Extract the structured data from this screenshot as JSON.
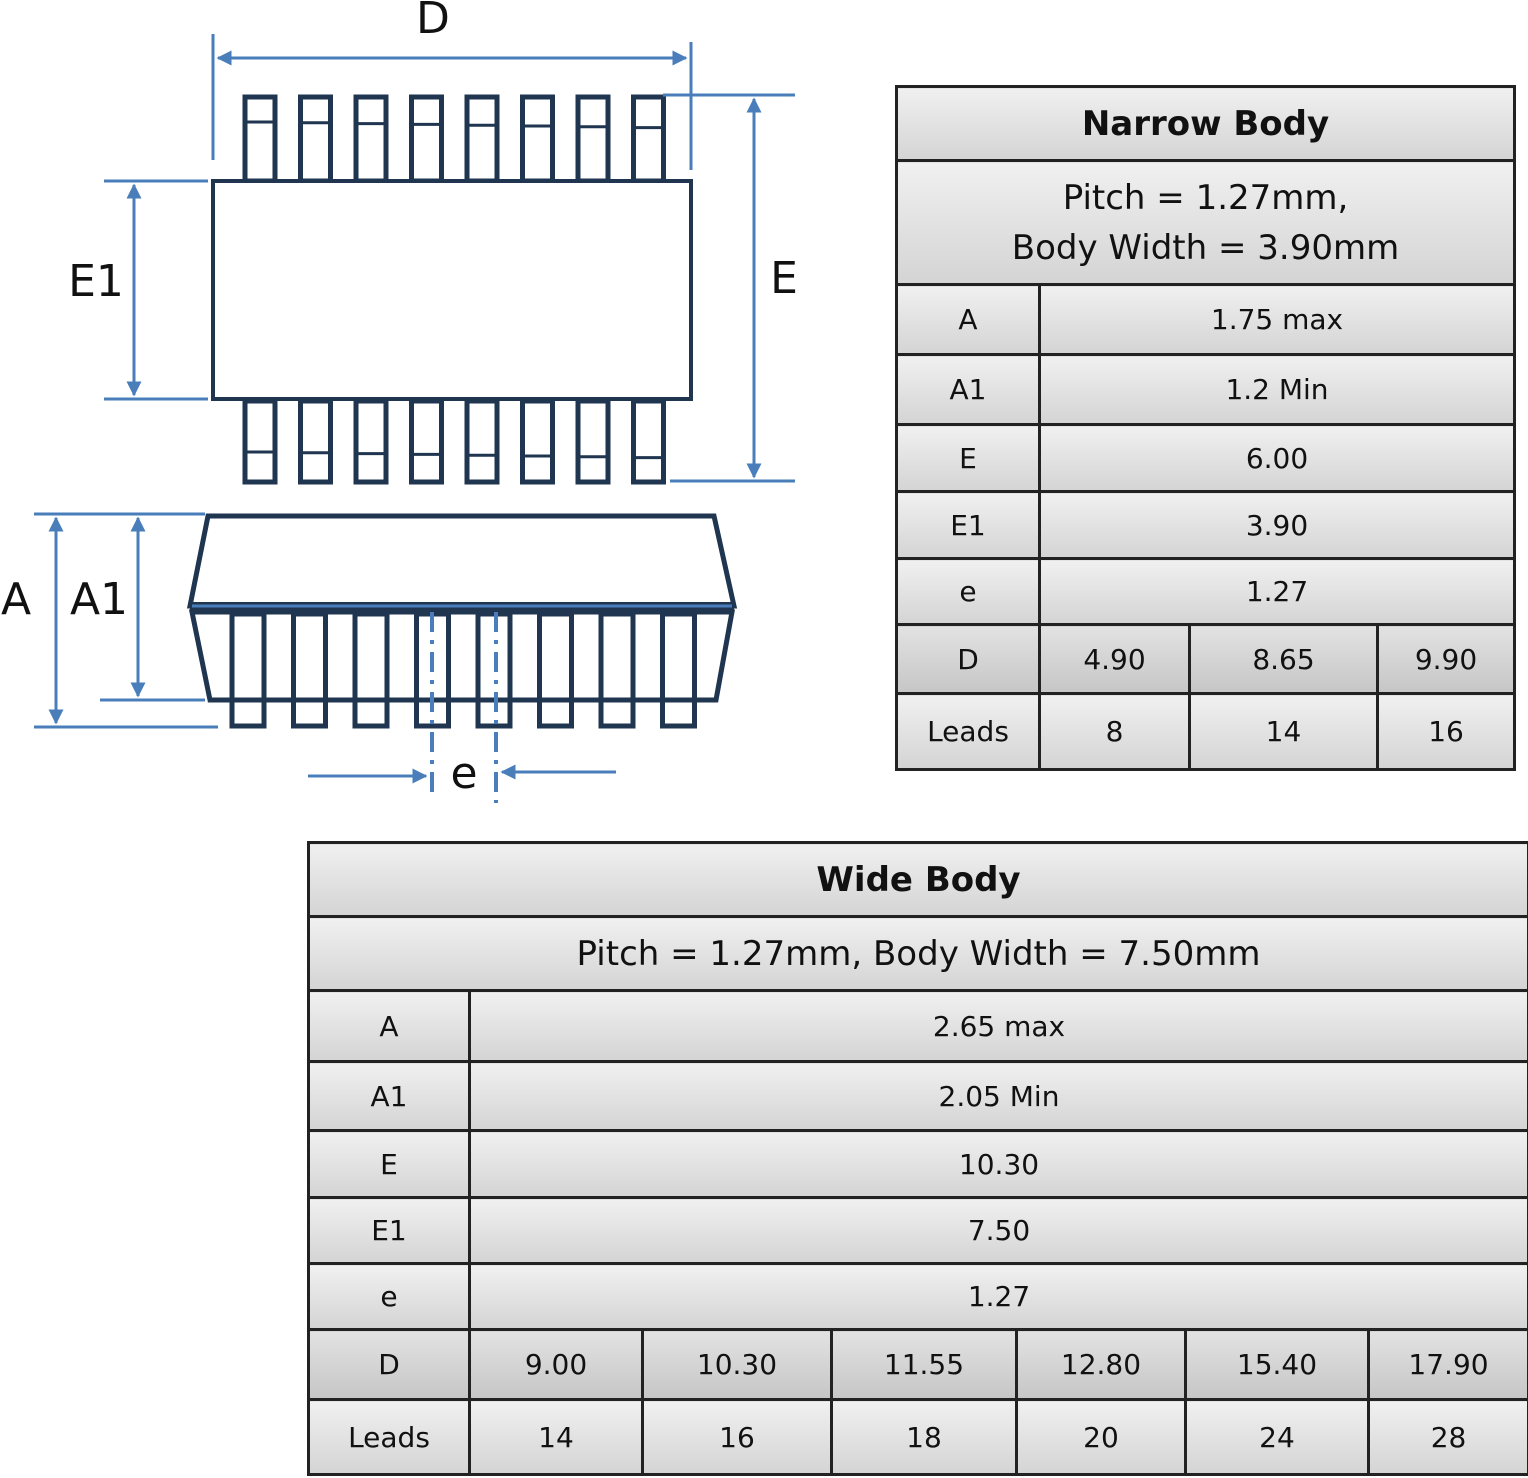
{
  "diagram": {
    "labels": {
      "D": "D",
      "E1": "E1",
      "E": "E",
      "A": "A",
      "A1": "A1",
      "e": "e"
    },
    "colors": {
      "outline": "#1f3550",
      "dimension": "#4a7ebb"
    }
  },
  "narrow": {
    "title": "Narrow Body",
    "subtitle_line1": "Pitch = 1.27mm,",
    "subtitle_line2": "Body Width = 3.90mm",
    "rows": [
      {
        "label": "A",
        "value": "1.75 max"
      },
      {
        "label": "A1",
        "value": "1.2 Min"
      },
      {
        "label": "E",
        "value": "6.00"
      },
      {
        "label": "E1",
        "value": "3.90"
      },
      {
        "label": "e",
        "value": "1.27"
      }
    ],
    "d_label": "D",
    "d_values": [
      "4.90",
      "8.65",
      "9.90"
    ],
    "leads_label": "Leads",
    "leads_values": [
      "8",
      "14",
      "16"
    ]
  },
  "wide": {
    "title": "Wide Body",
    "subtitle": "Pitch = 1.27mm, Body Width = 7.50mm",
    "rows": [
      {
        "label": "A",
        "value": "2.65 max"
      },
      {
        "label": "A1",
        "value": "2.05 Min"
      },
      {
        "label": "E",
        "value": "10.30"
      },
      {
        "label": "E1",
        "value": "7.50"
      },
      {
        "label": "e",
        "value": "1.27"
      }
    ],
    "d_label": "D",
    "d_values": [
      "9.00",
      "10.30",
      "11.55",
      "12.80",
      "15.40",
      "17.90"
    ],
    "leads_label": "Leads",
    "leads_values": [
      "14",
      "16",
      "18",
      "20",
      "24",
      "28"
    ]
  }
}
